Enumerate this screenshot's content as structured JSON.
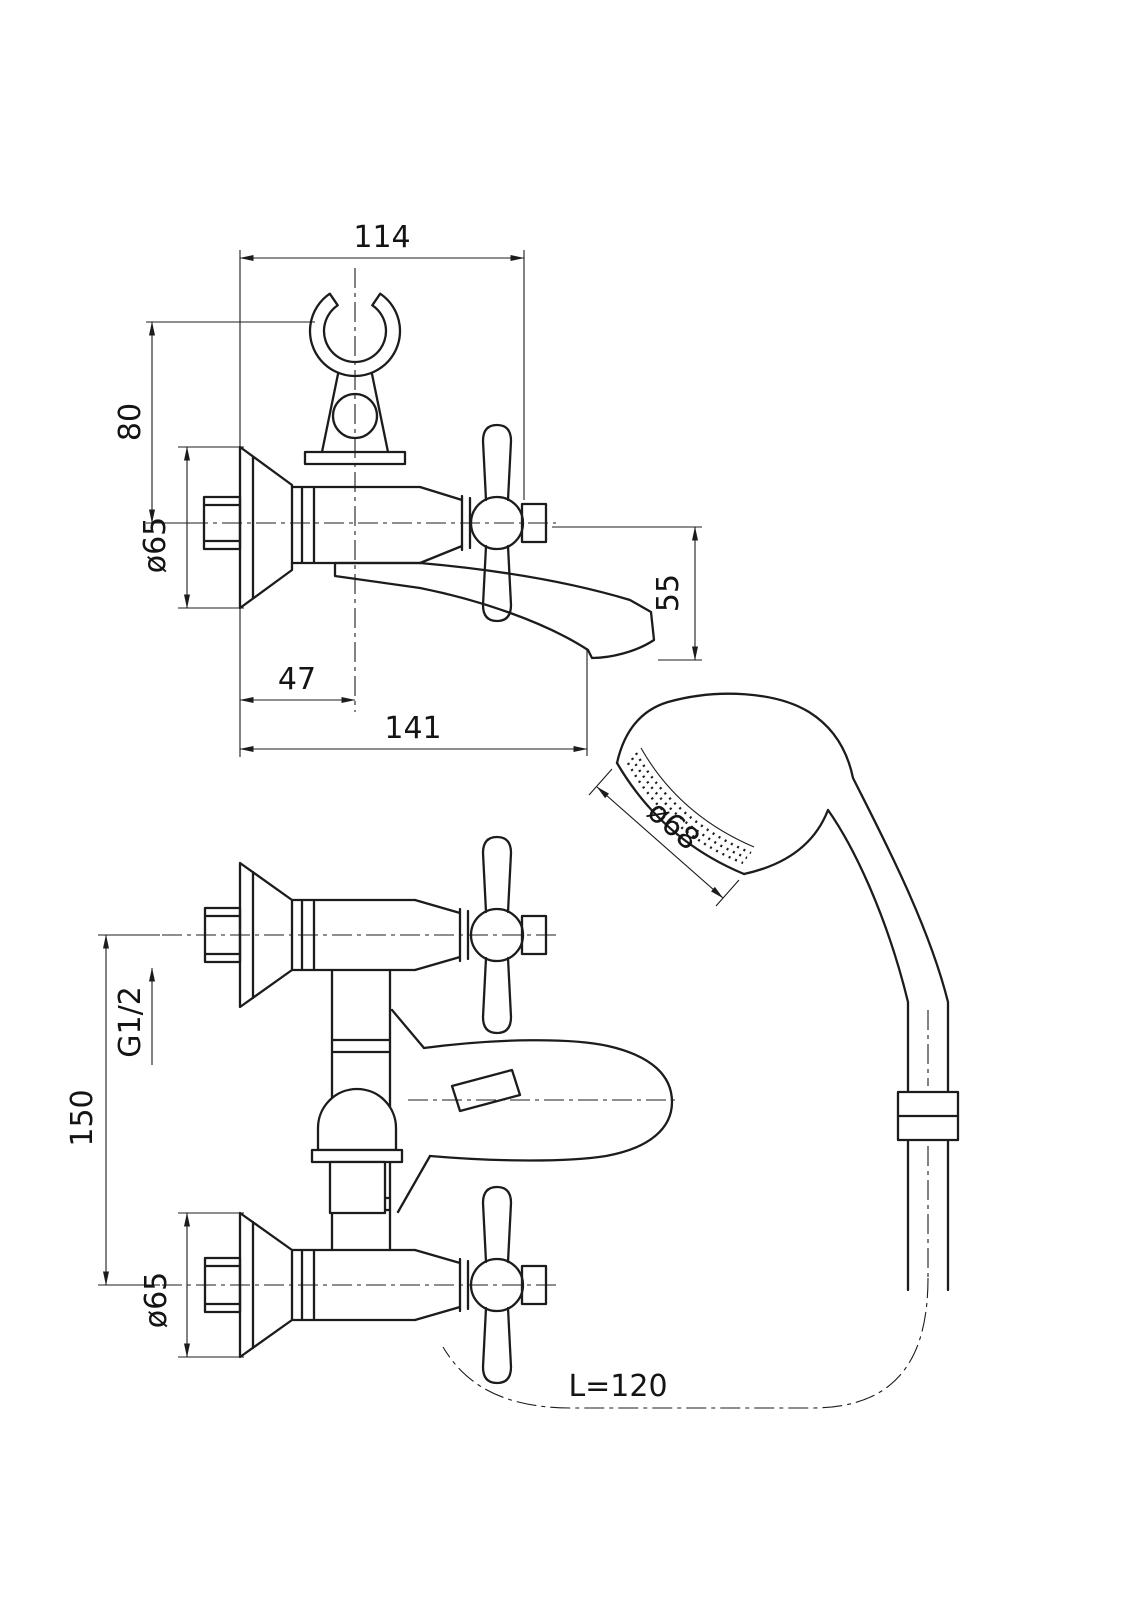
{
  "drawing": {
    "title": "Wall-mounted bath/shower mixer — dimensional technical drawing",
    "background": "#ffffff",
    "line_color": "#1c1c1c",
    "views": [
      "side view with spout and shower holder",
      "front view with hand shower and hose"
    ]
  },
  "side_view": {
    "width_wall_to_handle": "114",
    "height_bracket": "80",
    "flange_diameter": "ø65",
    "spout_drop": "55",
    "wall_to_body_axis": "47",
    "spout_reach": "141"
  },
  "front_view": {
    "inlet_thread": "G1/2",
    "inlet_spacing": "150",
    "flange_diameter": "ø65",
    "handset_diameter": "ø68",
    "hose_length": "L=120"
  }
}
